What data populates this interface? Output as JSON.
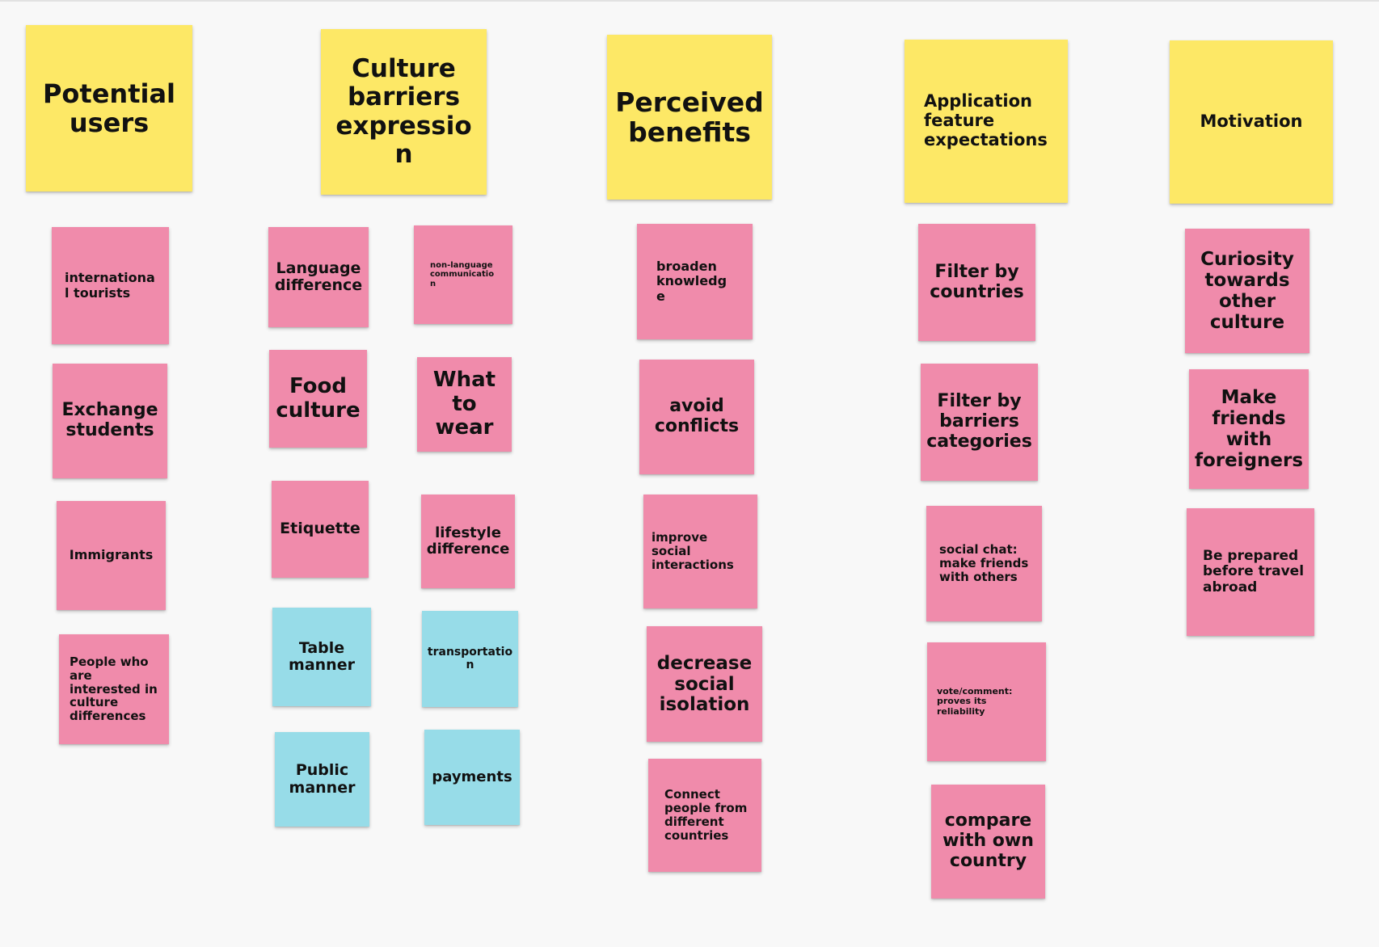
{
  "colors": {
    "header": "#fde866",
    "pink": "#f08bab",
    "blue": "#97dce8",
    "board": "#f8f8f8"
  },
  "columns": [
    {
      "header": "Potential users",
      "notes": [
        "international tourists",
        "Exchange students",
        "Immigrants",
        "People who are interested in culture differences"
      ]
    },
    {
      "header": "Culture barriers expression",
      "notes": [
        "Language difference",
        "non-language communication",
        "Food culture",
        "What to wear",
        "Etiquette",
        "lifestyle difference",
        "Table manner",
        "transportation",
        "Public manner",
        "payments"
      ]
    },
    {
      "header": "Perceived benefits",
      "notes": [
        "broaden knowledge",
        "avoid conflicts",
        "improve social interactions",
        "decrease social isolation",
        "Connect people from different countries"
      ]
    },
    {
      "header": "Application feature expectations",
      "notes": [
        "Filter by countries",
        "Filter by barriers categories",
        "social chat: make friends with others",
        "vote/comment: proves its reliability",
        "compare with own country"
      ]
    },
    {
      "header": "Motivation",
      "notes": [
        "Curiosity towards other culture",
        "Make friends with foreigners",
        "Be prepared before travel abroad"
      ]
    }
  ]
}
